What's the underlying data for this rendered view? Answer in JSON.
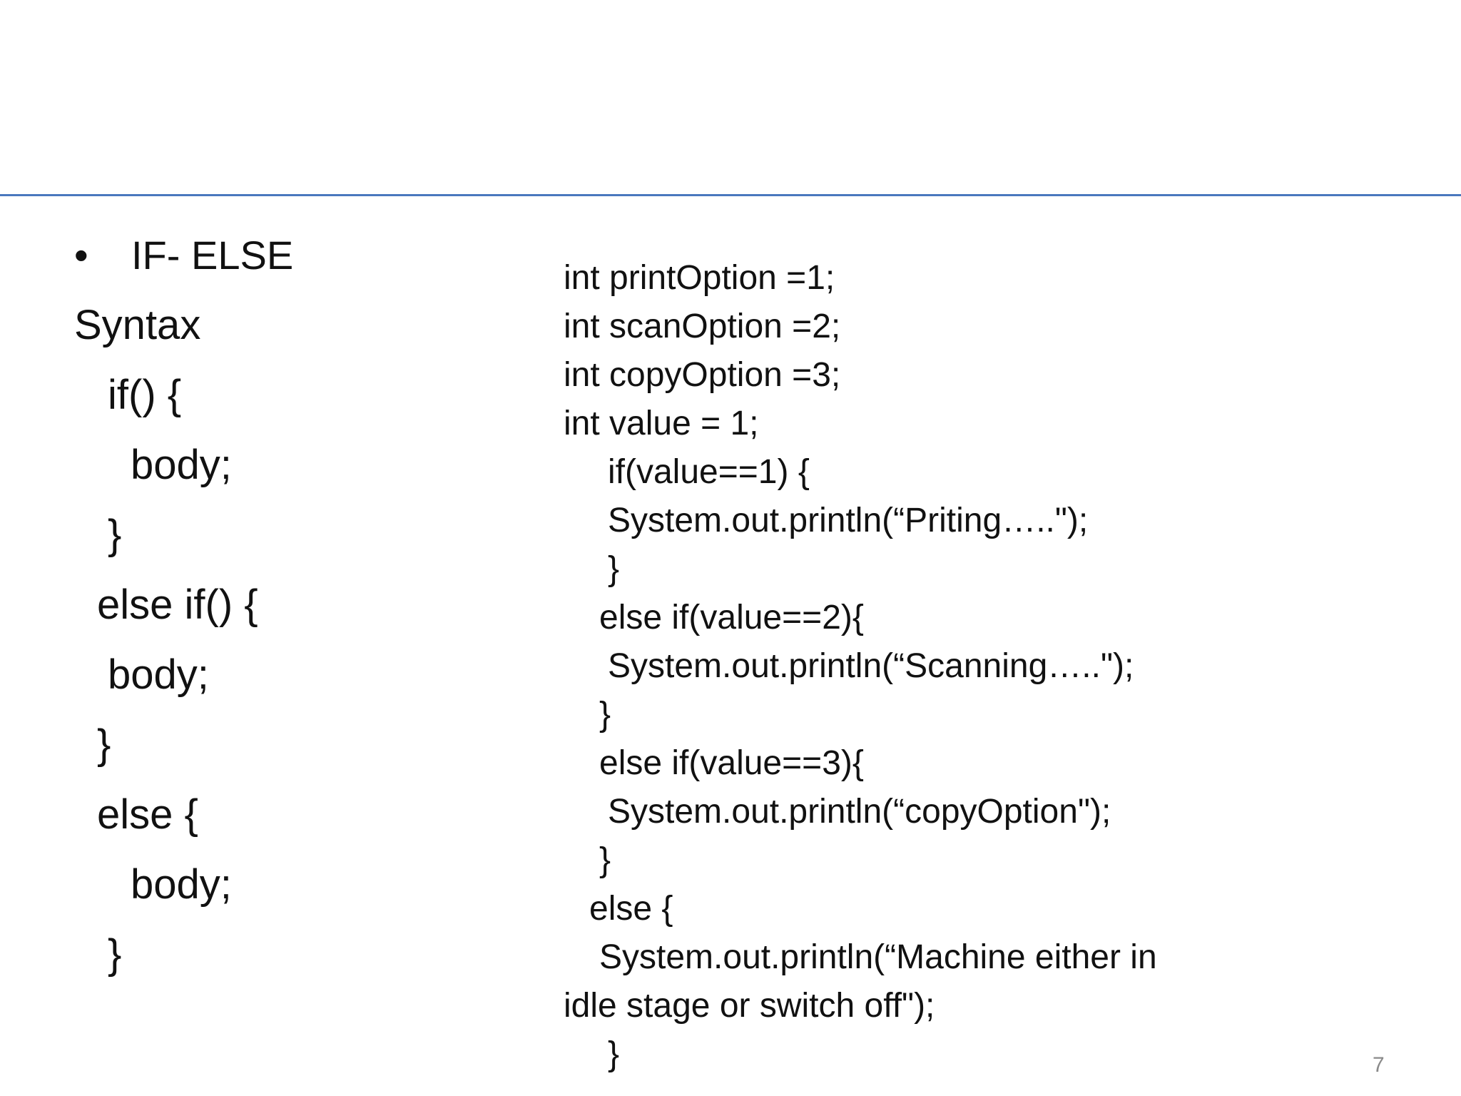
{
  "slide": {
    "bullet": "IF- ELSE",
    "syntax_heading": "Syntax",
    "syntax_lines": [
      "if() {",
      "body;",
      "}",
      "else if() {",
      "body;",
      "}",
      "else {",
      "body;",
      "}"
    ],
    "code_lines": [
      "int printOption =1;",
      "int scanOption =2;",
      "int copyOption =3;",
      "int value = 1;",
      "if(value==1) {",
      "System.out.println(“Priting…..\");",
      "}",
      "else if(value==2){",
      "System.out.println(“Scanning…..\");",
      "}",
      "else if(value==3){",
      "System.out.println(“copyOption\");",
      "}",
      "else {",
      "System.out.println(“Machine either in",
      "idle stage or switch off\");",
      "}"
    ],
    "page_number": "7"
  }
}
